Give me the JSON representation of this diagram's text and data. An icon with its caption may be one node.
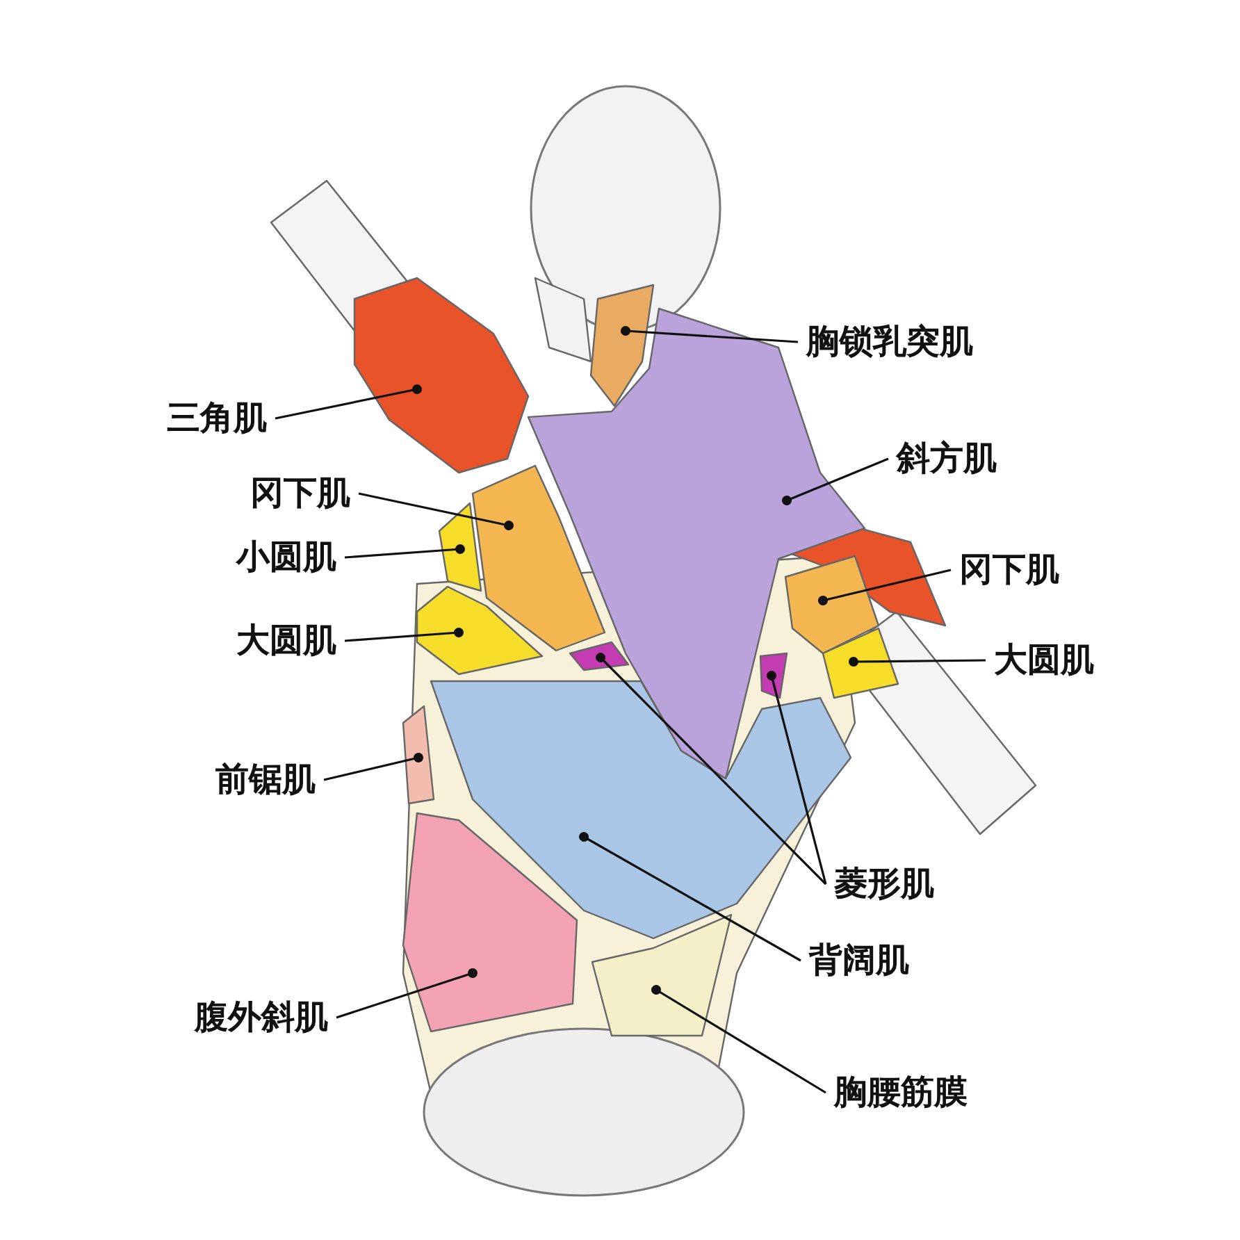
{
  "diagram": {
    "nodes": [
      {
        "text": [
          "胸锁乳突肌"
        ]
      },
      {
        "text": [
          "三角肌"
        ]
      },
      {
        "text": [
          "斜方肌"
        ]
      },
      {
        "text": [
          "冈下肌"
        ]
      },
      {
        "text": [
          "小圆肌"
        ]
      },
      {
        "text": [
          "冈下肌"
        ]
      },
      {
        "text": [
          "大圆肌"
        ]
      },
      {
        "text": [
          "大圆肌"
        ]
      },
      {
        "text": [
          "前锯肌"
        ]
      },
      {
        "text": [
          "菱形肌"
        ]
      },
      {
        "text": [
          "背阔肌"
        ]
      },
      {
        "text": [
          "腹外斜肌"
        ]
      },
      {
        "text": [
          "胸腰筋膜"
        ]
      },
      {
        "text": [],
        "shape": "picture"
      },
      {
        "text": [],
        "shape": "picture"
      },
      {
        "text": [],
        "shape": "picture"
      },
      {
        "text": [],
        "shape": "picture"
      },
      {
        "text": [],
        "shape": "picture"
      },
      {
        "text": [],
        "shape": "picture"
      },
      {
        "text": [],
        "shape": "picture"
      },
      {
        "text": [],
        "shape": "picture"
      },
      {
        "text": [],
        "shape": "picture"
      },
      {
        "text": [],
        "shape": "picture"
      },
      {
        "text": [],
        "shape": "picture"
      },
      {
        "text": [],
        "shape": "picture"
      },
      {
        "text": [],
        "shape": "picture"
      },
      {
        "text": [],
        "shape": "picture"
      }
    ],
    "edges": [
      {
        "from": 0,
        "to": 13,
        "arrow": "other"
      },
      {
        "from": 1,
        "to": 14,
        "arrow": "other"
      },
      {
        "from": 2,
        "to": 15,
        "arrow": "other"
      },
      {
        "from": 3,
        "to": 16,
        "arrow": "other"
      },
      {
        "from": 4,
        "to": 17,
        "arrow": "other"
      },
      {
        "from": 5,
        "to": 18,
        "arrow": "other"
      },
      {
        "from": 6,
        "to": 19,
        "arrow": "other"
      },
      {
        "from": 7,
        "to": 20,
        "arrow": "other"
      },
      {
        "from": 8,
        "to": 21,
        "arrow": "other"
      },
      {
        "from": 9,
        "to": 22,
        "arrow": "other"
      },
      {
        "from": 9,
        "to": 23,
        "arrow": "other"
      },
      {
        "from": 10,
        "to": 24,
        "arrow": "other"
      },
      {
        "from": 11,
        "to": 25,
        "arrow": "other"
      },
      {
        "from": 12,
        "to": 26,
        "arrow": "other"
      }
    ]
  }
}
